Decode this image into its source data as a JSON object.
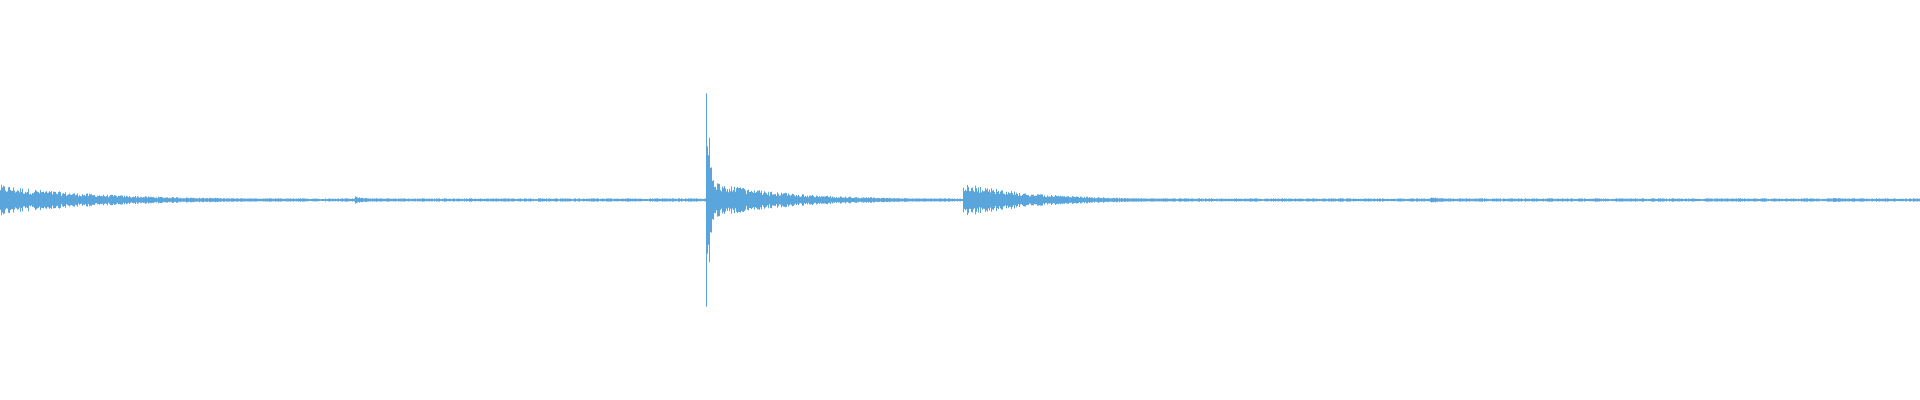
{
  "waveform": {
    "color": "#5aa5dc",
    "background": "#ffffff",
    "amplitude_range": [
      -1,
      1
    ],
    "noise_floor": 0.008,
    "events": [
      {
        "position": 0.0,
        "peak": 0.12,
        "decay_fraction": 0.05
      },
      {
        "position": 0.112,
        "peak": 0.012,
        "decay_fraction": 0.008
      },
      {
        "position": 0.185,
        "peak": 0.03,
        "decay_fraction": 0.006
      },
      {
        "position": 0.368,
        "peak": 0.96,
        "decay_fraction": 0.002
      },
      {
        "position": 0.368,
        "peak": 0.15,
        "decay_fraction": 0.04
      },
      {
        "position": 0.502,
        "peak": 0.14,
        "decay_fraction": 0.035
      },
      {
        "position": 0.745,
        "peak": 0.018,
        "decay_fraction": 0.015
      },
      {
        "position": 0.955,
        "peak": 0.012,
        "decay_fraction": 0.012
      }
    ]
  }
}
